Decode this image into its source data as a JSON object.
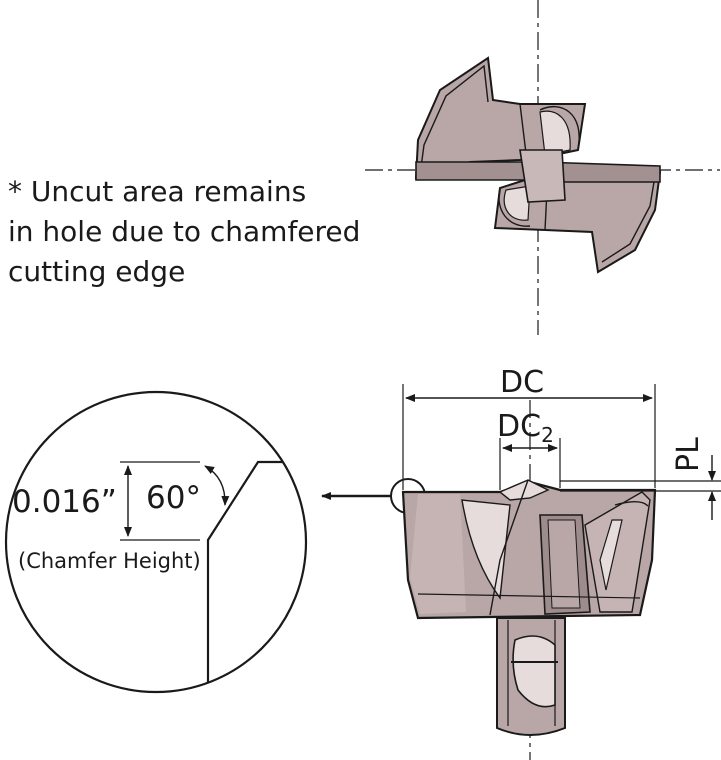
{
  "note": {
    "line1": "* Uncut area remains",
    "line2": "in hole due to chamfered",
    "line3": "cutting edge"
  },
  "detail": {
    "chamfer_height_value": "0.016”",
    "chamfer_angle": "60°",
    "chamfer_height_label": "(Chamfer Height)"
  },
  "dimensions": {
    "dc": "DC",
    "dc2_main": "DC",
    "dc2_sub": "2",
    "pl": "PL"
  },
  "colors": {
    "line": "#1a1a1a",
    "tool_fill": "#b9a6a6",
    "tool_dark": "#8f7b7b",
    "tool_light": "#e6dcdc"
  }
}
